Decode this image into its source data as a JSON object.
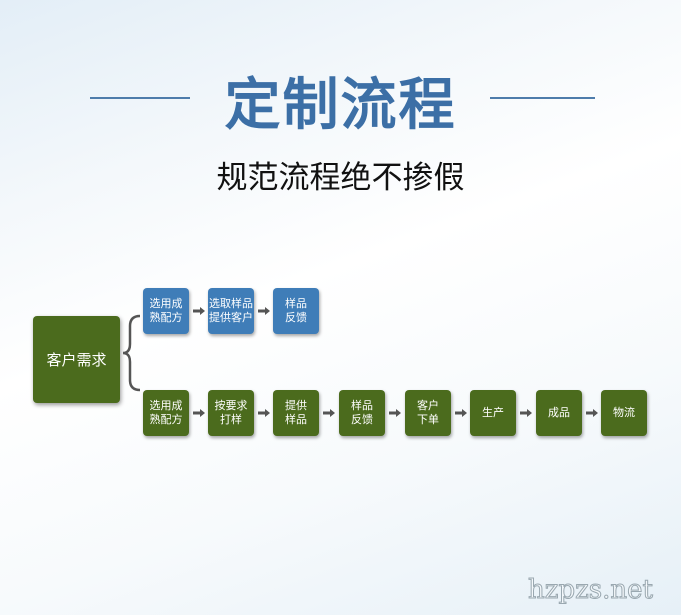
{
  "title": "定制流程",
  "subtitle": "规范流程绝不掺假",
  "main_node": "客户需求",
  "blue_flow": [
    "选用成\n熟配方",
    "选取样品\n提供客户",
    "样品\n反馈"
  ],
  "green_flow": [
    "选用成\n熟配方",
    "按要求\n打样",
    "提供\n样品",
    "样品\n反馈",
    "客户\n下单",
    "生产",
    "成品",
    "物流"
  ],
  "watermark": "hzpzs.net",
  "colors": {
    "blue": "#3f7db8",
    "green": "#4b6b1d",
    "title": "#3c6fa6"
  }
}
